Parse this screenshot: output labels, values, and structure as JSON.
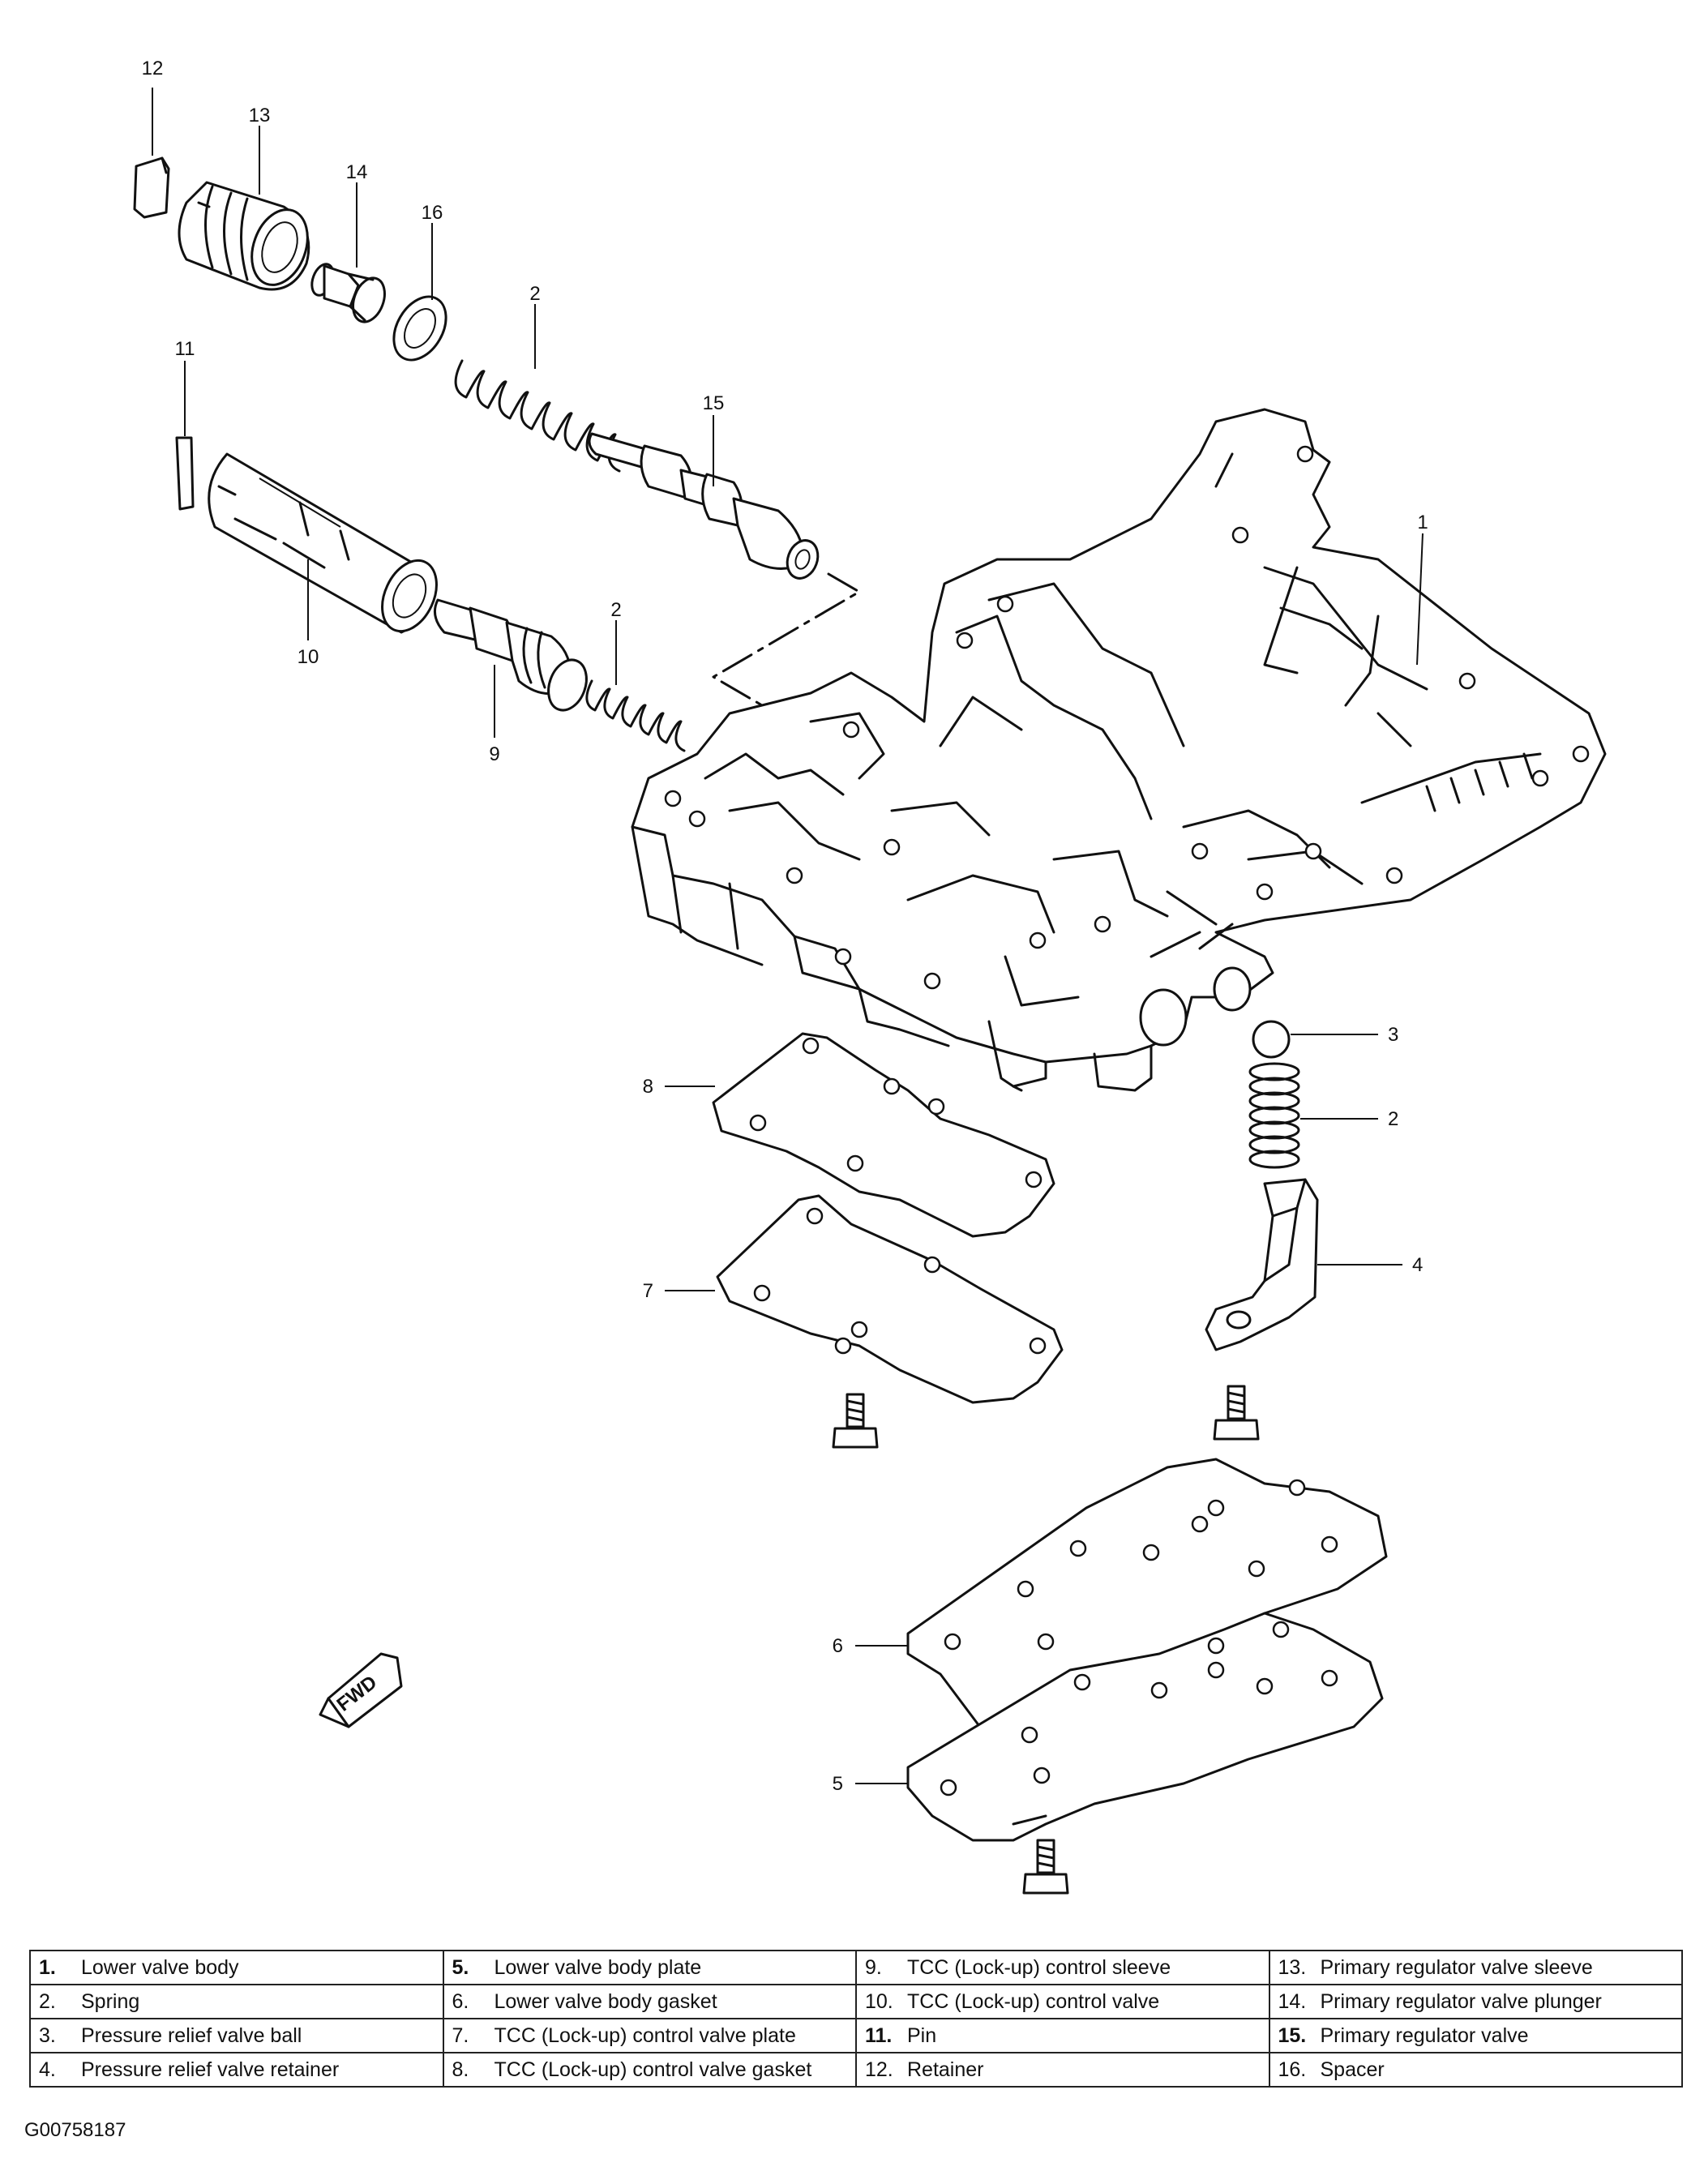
{
  "diagram": {
    "callouts": [
      {
        "id": "c12",
        "label": "12"
      },
      {
        "id": "c13",
        "label": "13"
      },
      {
        "id": "c14",
        "label": "14"
      },
      {
        "id": "c16",
        "label": "16"
      },
      {
        "id": "c2a",
        "label": "2"
      },
      {
        "id": "c15",
        "label": "15"
      },
      {
        "id": "c11",
        "label": "11"
      },
      {
        "id": "c10",
        "label": "10"
      },
      {
        "id": "c2b",
        "label": "2"
      },
      {
        "id": "c9",
        "label": "9"
      },
      {
        "id": "c1",
        "label": "1"
      },
      {
        "id": "c3",
        "label": "3"
      },
      {
        "id": "c2c",
        "label": "2"
      },
      {
        "id": "c8",
        "label": "8"
      },
      {
        "id": "c7",
        "label": "7"
      },
      {
        "id": "c4",
        "label": "4"
      },
      {
        "id": "c6",
        "label": "6"
      },
      {
        "id": "c5",
        "label": "5"
      }
    ],
    "fwd_label": "FWD"
  },
  "legend": {
    "rows": [
      [
        {
          "num": "1.",
          "text": "Lower valve body",
          "bold": true
        },
        {
          "num": "5.",
          "text": "Lower valve body plate",
          "bold": true
        },
        {
          "num": "9.",
          "text": "TCC (Lock-up) control sleeve",
          "bold": false
        },
        {
          "num": "13.",
          "text": "Primary regulator valve sleeve",
          "bold": false
        }
      ],
      [
        {
          "num": "2.",
          "text": "Spring",
          "bold": false
        },
        {
          "num": "6.",
          "text": "Lower valve body gasket",
          "bold": false
        },
        {
          "num": "10.",
          "text": "TCC (Lock-up) control valve",
          "bold": false
        },
        {
          "num": "14.",
          "text": "Primary regulator valve plunger",
          "bold": false
        }
      ],
      [
        {
          "num": "3.",
          "text": "Pressure relief valve ball",
          "bold": false
        },
        {
          "num": "7.",
          "text": "TCC (Lock-up) control valve plate",
          "bold": false
        },
        {
          "num": "11.",
          "text": "Pin",
          "bold": true
        },
        {
          "num": "15.",
          "text": "Primary regulator valve",
          "bold": true
        }
      ],
      [
        {
          "num": "4.",
          "text": "Pressure relief valve retainer",
          "bold": false
        },
        {
          "num": "8.",
          "text": "TCC (Lock-up) control valve gasket",
          "bold": false
        },
        {
          "num": "12.",
          "text": "Retainer",
          "bold": false
        },
        {
          "num": "16.",
          "text": "Spacer",
          "bold": false
        }
      ]
    ]
  },
  "figure_code": "G00758187"
}
